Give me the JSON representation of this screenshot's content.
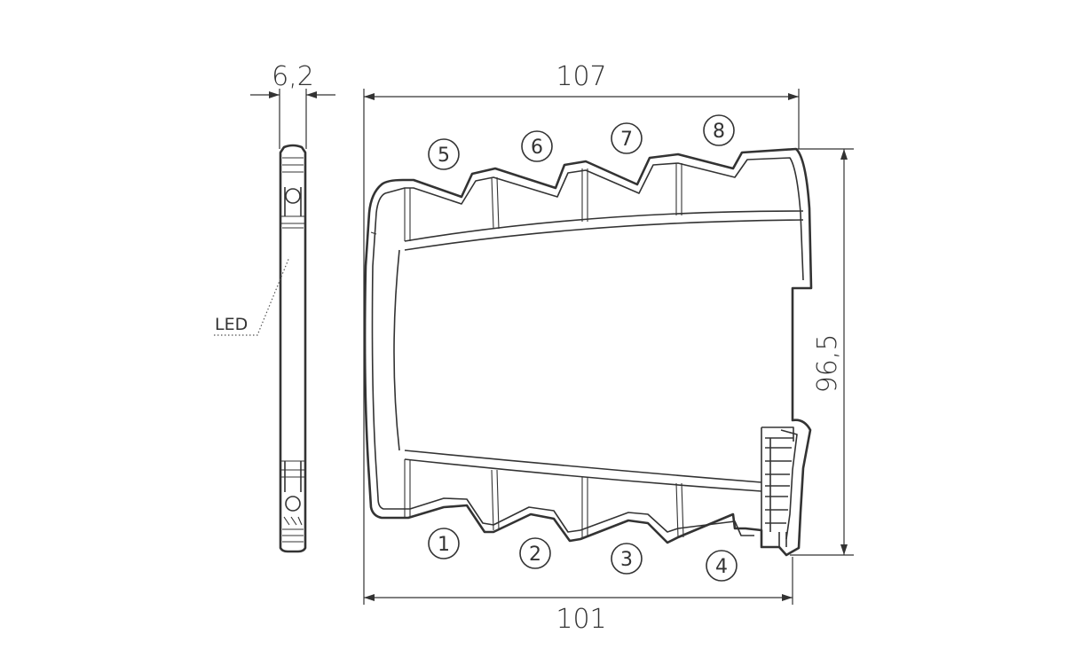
{
  "dimensions": {
    "side_width": "6,2",
    "top_width": "107",
    "bottom_width": "101",
    "height": "96,5"
  },
  "side_view": {
    "led_label": "LED"
  },
  "terminals": {
    "top": [
      "5",
      "6",
      "7",
      "8"
    ],
    "bottom": [
      "1",
      "2",
      "3",
      "4"
    ]
  },
  "colors": {
    "line": "#333333",
    "background": "#ffffff"
  }
}
